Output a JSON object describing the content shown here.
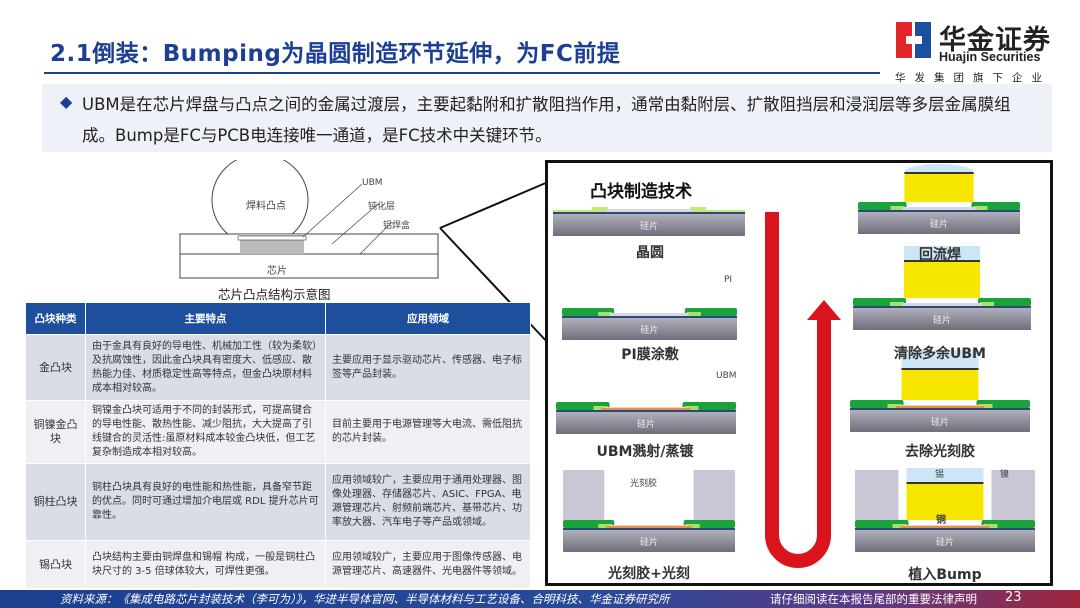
{
  "header": {
    "title": "2.1倒装：Bumping为晶圆制造环节延伸，为FC前提"
  },
  "logo": {
    "name_cn": "华金证券",
    "name_en": "Huajin Securities",
    "tagline": "华发集团旗下企业",
    "colors": {
      "red": "#e0252b",
      "blue": "#1c4fa0"
    }
  },
  "bullet": {
    "icon": "diamond-icon",
    "text": "UBM是在芯片焊盘与凸点之间的金属过渡层，主要起黏附和扩散阻挡作用，通常由黏附层、扩散阻挡层和浸润层等多层金属膜组成。Bump是FC与PCB电连接唯一通道，是FC技术中关键环节。"
  },
  "chip_diagram": {
    "caption": "芯片凸点结构示意图",
    "labels": {
      "bump": "焊料凸点",
      "ubm": "UBM",
      "passivation": "钝化层",
      "pad": "铝焊盒",
      "chip": "芯片"
    }
  },
  "table": {
    "headers": [
      "凸块种类",
      "主要特点",
      "应用领域"
    ],
    "rows": [
      [
        "金凸块",
        "由于金具有良好的导电性、机械加工性（较为柔软）及抗腐蚀性，因此金凸块具有密度大、低感应、散热能力佳、材质稳定性高等特点，但金凸块原材料成本相对较高。",
        "主要应用于显示驱动芯片、传感器、电子标签等产品封装。"
      ],
      [
        "铜镍金凸块",
        "铜镍金凸块可适用于不同的封装形式，可提高键合的导电性能、散热性能、减少阻抗，大大提高了引线键合的灵活性:虽原材料成本较金凸块低，但工艺复杂制造成本相对较高。",
        "目前主要用于电源管理等大电流、需低阻抗的芯片封装。"
      ],
      [
        "铜柱凸块",
        "铜柱凸块具有良好的电性能和热性能，具备窄节距的优点。同时可通过增加介电层或 RDL 提升芯片可靠性。",
        "应用领域较广，主要应用于通用处理器、图像处理器、存储器芯片、ASIC、FPGA、电源管理芯片、射频前端芯片、基带芯片、功率放大器、汽车电子等产品或领域。"
      ],
      [
        "锡凸块",
        "凸块结构主要由铜焊盘和锡帽 构成，一般是铜柱凸块尺寸的 3-5 倍球体较大，可焊性更强。",
        "应用领域较广，主要应用于图像传感器、电源管理芯片、高速器件、光电器件等领域。"
      ]
    ]
  },
  "bump_process": {
    "title": "凸块制造技术",
    "wafer_label": "硅片",
    "steps": [
      "晶圆",
      "PI膜涂敷",
      "UBM溅射/蒸镀",
      "光刻胶+光刻",
      "植入Bump",
      "去除光刻胶",
      "清除多余UBM",
      "回流焊"
    ],
    "annotations": {
      "pi": "PI",
      "ubm": "UBM",
      "photoresist": "光刻胶",
      "tin": "锡",
      "nickel": "镍",
      "copper": "铜"
    },
    "colors": {
      "arrow": "#d9141c",
      "pi": "#1aa33a",
      "copper": "#f7e600",
      "tin": "#cde6f5",
      "wafer": "#8c8c99"
    }
  },
  "footer": {
    "source": "资料来源：《集成电路芯片封装技术（李可为）》，华进半导体官网、半导体材料与工艺设备、合明科技、华金证券研究所",
    "disclaimer": "请仔细阅读在本报告尾部的重要法律声明",
    "page": "23"
  }
}
